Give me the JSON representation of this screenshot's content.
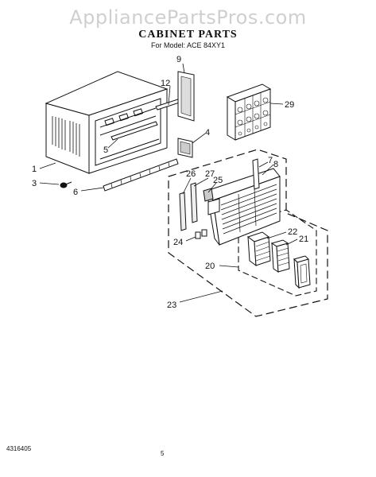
{
  "watermark": "AppliancePartsPros.com",
  "title": "CABINET PARTS",
  "subtitle": "For Model: ACE 84XY1",
  "doc_number": "4316405",
  "page_number": "5",
  "callouts": {
    "c1": "1",
    "c3": "3",
    "c4": "4",
    "c5": "5",
    "c6": "6",
    "c7": "7",
    "c8": "8",
    "c9": "9",
    "c12": "12",
    "c20": "20",
    "c21": "21",
    "c22": "22",
    "c23": "23",
    "c24": "24",
    "c25": "25",
    "c26": "26",
    "c27": "27",
    "c29": "29"
  }
}
